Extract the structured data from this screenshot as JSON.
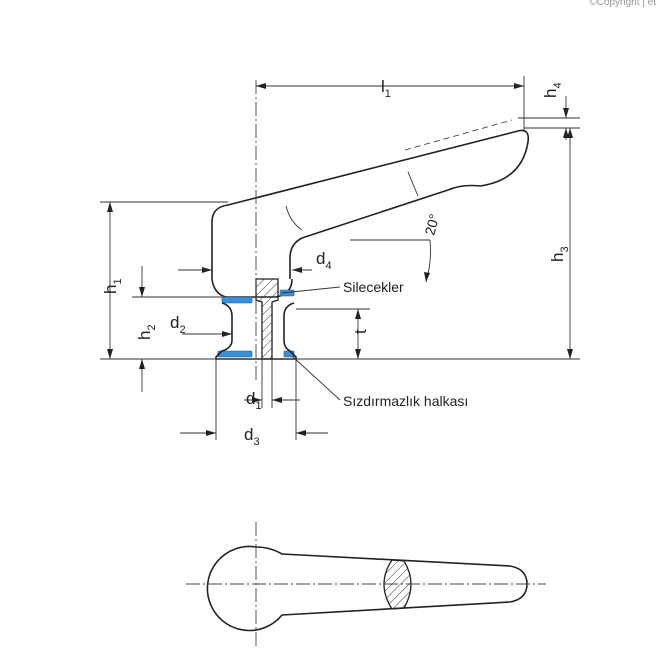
{
  "header": {
    "copyright": "©Copyright | et"
  },
  "drawing": {
    "dimensions": {
      "l1": {
        "main": "l",
        "sub": "1"
      },
      "h1": {
        "main": "h",
        "sub": "1"
      },
      "h2": {
        "main": "h",
        "sub": "2"
      },
      "h3": {
        "main": "h",
        "sub": "3"
      },
      "h4": {
        "main": "h",
        "sub": "4"
      },
      "d1": {
        "main": "d",
        "sub": "1"
      },
      "d2": {
        "main": "d",
        "sub": "2"
      },
      "d3": {
        "main": "d",
        "sub": "3"
      },
      "d4": {
        "main": "d",
        "sub": "4"
      },
      "t": "t",
      "angle": "20°"
    },
    "callouts": {
      "wipers": "Silecekler",
      "seal_ring": "Sızdırmazlık halkası"
    },
    "colors": {
      "seal": "#3a8fd6",
      "line": "#222222"
    }
  }
}
